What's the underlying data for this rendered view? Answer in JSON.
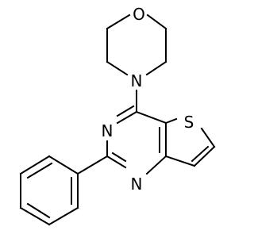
{
  "molecule": {
    "atoms": [
      {
        "id": "O1",
        "element": "O",
        "label": "O"
      },
      {
        "id": "N1",
        "element": "N",
        "label": "N"
      },
      {
        "id": "S1",
        "element": "S",
        "label": "S"
      },
      {
        "id": "N2",
        "element": "N",
        "label": "N"
      },
      {
        "id": "N3",
        "element": "N",
        "label": "N"
      }
    ]
  },
  "colors": {
    "bond": "#000000",
    "background": "#ffffff"
  }
}
